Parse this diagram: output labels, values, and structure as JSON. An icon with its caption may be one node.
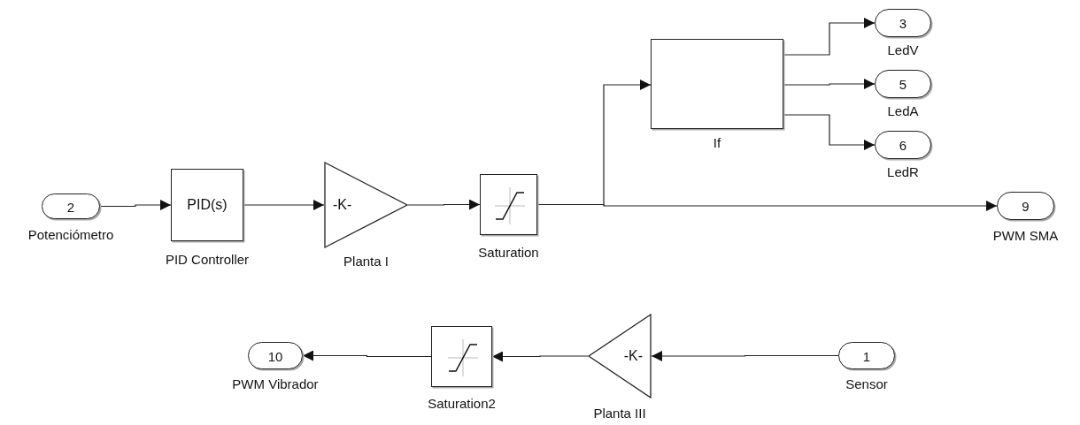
{
  "diagram": {
    "nodes": [
      {
        "text": [
          "2",
          "Potenciómetro"
        ]
      },
      {
        "text": [
          "PID(s)",
          "PID Controller"
        ]
      },
      {
        "text": [
          "-K-",
          "Planta I"
        ]
      },
      {
        "text": [
          "Saturation"
        ]
      },
      {
        "text": [
          "If"
        ]
      },
      {
        "text": [
          "3",
          "LedV"
        ]
      },
      {
        "text": [
          "5",
          "LedA"
        ]
      },
      {
        "text": [
          "6",
          "LedR"
        ]
      },
      {
        "text": [
          "9",
          "PWM SMA"
        ]
      },
      {
        "text": [
          "10",
          "PWM Vibrador"
        ]
      },
      {
        "text": [
          "Saturation2"
        ]
      },
      {
        "text": [
          "-K-",
          "Planta III"
        ]
      },
      {
        "text": [
          "1",
          "Sensor"
        ]
      }
    ],
    "edges": [
      {
        "from": 0,
        "to": 1,
        "arrow": "to"
      },
      {
        "from": 1,
        "to": 2,
        "arrow": "to"
      },
      {
        "from": 2,
        "to": 3,
        "arrow": "to"
      },
      {
        "from": 3,
        "to": 8,
        "arrow": "to"
      },
      {
        "from": 3,
        "to": 4,
        "arrow": "to"
      },
      {
        "from": 4,
        "to": 5,
        "arrow": "to"
      },
      {
        "from": 4,
        "to": 6,
        "arrow": "to"
      },
      {
        "from": 4,
        "to": 7,
        "arrow": "to"
      },
      {
        "from": 12,
        "to": 11,
        "arrow": "to"
      },
      {
        "from": 11,
        "to": 10,
        "arrow": "to"
      },
      {
        "from": 10,
        "to": 9,
        "arrow": "to"
      }
    ]
  }
}
